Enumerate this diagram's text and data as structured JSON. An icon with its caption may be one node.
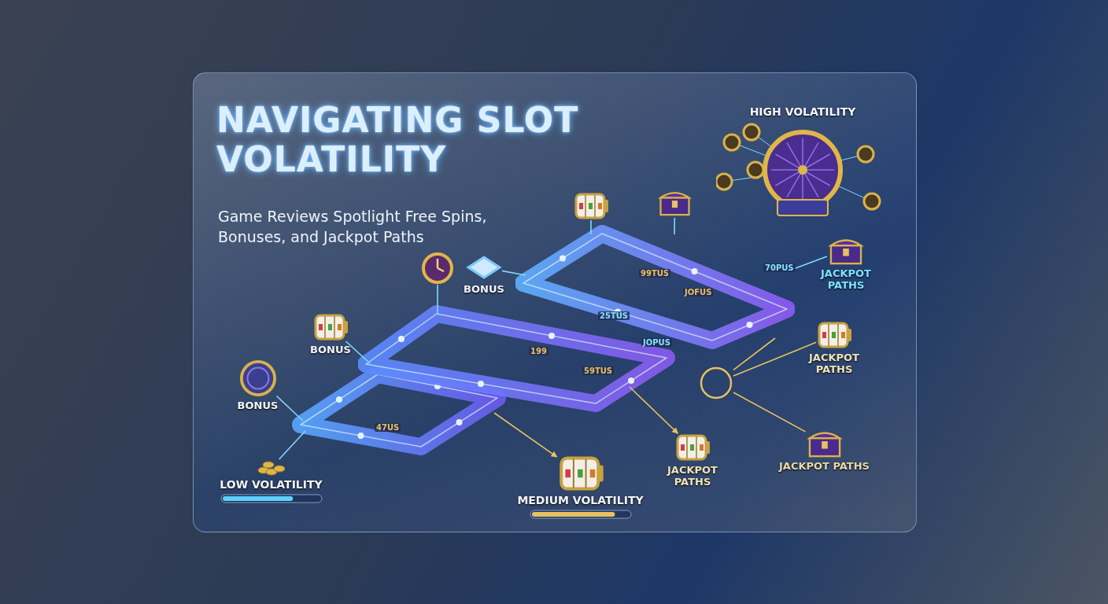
{
  "diagram": {
    "title": "NAVIGATING SLOT VOLATILITY",
    "nodes": [
      {
        "text": [],
        "shape": "picture"
      },
      {
        "text": [],
        "shape": "picture"
      },
      {
        "text": [],
        "shape": "picture"
      },
      {
        "text": [
          "BONUS"
        ]
      },
      {
        "text": [
          "BONUS"
        ]
      },
      {
        "text": [
          "BONUS"
        ]
      },
      {
        "text": [
          "LOW VOLATILITY"
        ]
      },
      {
        "text": [
          "MEDIUM VOLATILITY"
        ]
      },
      {
        "text": [
          "JACKPOT PATHS"
        ]
      },
      {
        "text": [
          "JACKPOT PATHS"
        ]
      },
      {
        "text": [
          "JACKPOT PATHS"
        ]
      },
      {
        "text": [
          "HIGH VOLATILITY"
        ]
      },
      {
        "text": [
          "JACKPOT PATHS"
        ]
      },
      {
        "text": [],
        "shape": "circle"
      },
      {
        "text": [],
        "shape": "picture"
      },
      {
        "text": [],
        "shape": "picture"
      },
      {
        "text": [],
        "shape": "picture"
      }
    ],
    "edges": [
      {
        "from": 3,
        "to": 0,
        "arrow": "none"
      },
      {
        "from": 4,
        "to": 1,
        "arrow": "none"
      },
      {
        "from": 5,
        "to": 2,
        "arrow": "none"
      },
      {
        "from": 6,
        "to": 0,
        "arrow": "none"
      },
      {
        "from": 14,
        "to": 1,
        "arrow": "none"
      },
      {
        "from": 15,
        "to": 2,
        "arrow": "none"
      },
      {
        "from": 16,
        "to": 2,
        "arrow": "none"
      },
      {
        "from": 0,
        "to": 7,
        "arrow": "to",
        "color": "#e8c160"
      },
      {
        "from": 1,
        "to": 8,
        "arrow": "to",
        "color": "#e8c160"
      },
      {
        "from": 2,
        "to": 13,
        "arrow": "none",
        "color": "#e8c160"
      },
      {
        "from": 13,
        "to": 9,
        "arrow": "none",
        "color": "#e8c160"
      },
      {
        "from": 13,
        "to": 10,
        "arrow": "none",
        "color": "#e8c160"
      },
      {
        "from": 2,
        "to": 12,
        "arrow": "none"
      }
    ],
    "labels": [
      "Game Reviews Spotlight Free Spins, Bonuses, and Jackpot Paths",
      "99TUS",
      "70PUS",
      "JOFUS",
      "25TUS",
      "199",
      "JOPUS",
      "59TUS",
      "47US"
    ]
  }
}
